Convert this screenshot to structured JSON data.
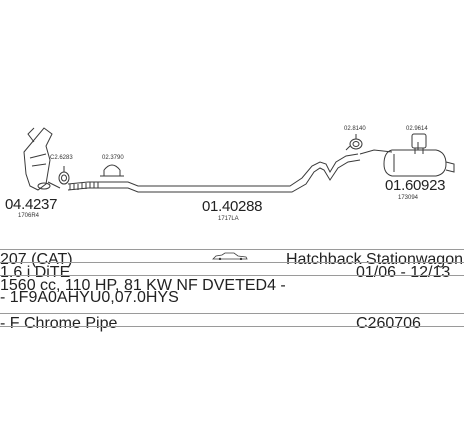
{
  "parts": {
    "catalyst": {
      "number": "04.4237",
      "code": "1706R4"
    },
    "gasket_1": {
      "number": "C2.6283"
    },
    "clamp_1": {
      "number": "02.3790"
    },
    "middle_pipe": {
      "number": "01.40288",
      "code": "1717LA"
    },
    "rubber_2": {
      "number": "02.8140"
    },
    "rubber_3": {
      "number": "02.9614"
    },
    "rear_silencer": {
      "number": "01.60923",
      "code": "173094"
    }
  },
  "vehicle": {
    "model": "207 (CAT)",
    "body": "Hatchback Stationwagon",
    "engine": "1.6 i DiTE",
    "years": "01/06 - 12/13",
    "spec": "1560 cc, 110 HP, 81 KW NF DVETED4 -",
    "codes": "- 1F9A0AHYU0,07.0HYS",
    "fitting_label": "- F Chrome Pipe",
    "fitting_code": "C260706"
  },
  "colors": {
    "line": "#3a3a3a",
    "divider": "#9a9a9a"
  }
}
